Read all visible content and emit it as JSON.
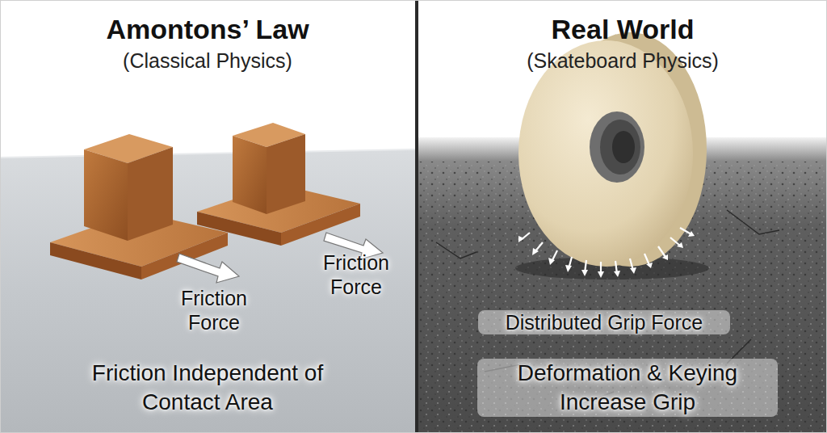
{
  "diagram": {
    "nodes": [
      {
        "text": [
          "Amontons’ Law",
          "(Classical Physics)",
          "Friction Independent of Contact Area"
        ]
      },
      {
        "text": [
          "Real World",
          "(Skateboard Physics)",
          "Deformation & Keying Increase Grip"
        ]
      }
    ],
    "labels": [
      "Friction Force",
      "Friction Force",
      "Distributed Grip Force"
    ]
  }
}
